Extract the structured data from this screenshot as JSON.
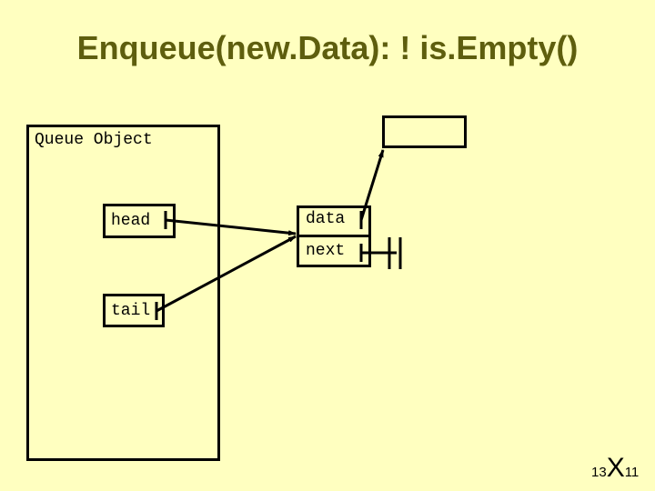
{
  "slide": {
    "title": "Enqueue(new.Data): ! is.Empty()",
    "page_number": {
      "left": "13",
      "mark": "X",
      "right": "11"
    }
  },
  "queue_object": {
    "label": "Queue Object",
    "fields": {
      "head": "head",
      "tail": "tail"
    }
  },
  "node": {
    "fields": {
      "data": "data",
      "next": "next"
    }
  },
  "colors": {
    "background": "#FFFFC0",
    "title": "#5E5E0E",
    "lines": "#000000"
  }
}
